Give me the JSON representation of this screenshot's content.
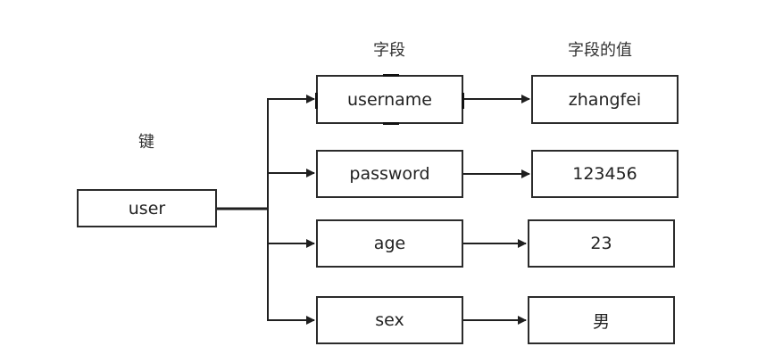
{
  "key_heading": "键",
  "field_heading": "字段",
  "value_heading": "字段的值",
  "key": "user",
  "fields": [
    {
      "name": "username",
      "value": "zhangfei"
    },
    {
      "name": "password",
      "value": "123456"
    },
    {
      "name": "age",
      "value": "23"
    },
    {
      "name": "sex",
      "value": "男"
    }
  ],
  "colors": {
    "stroke": "#2b2b2b",
    "background": "#ffffff",
    "text": "#222222"
  }
}
